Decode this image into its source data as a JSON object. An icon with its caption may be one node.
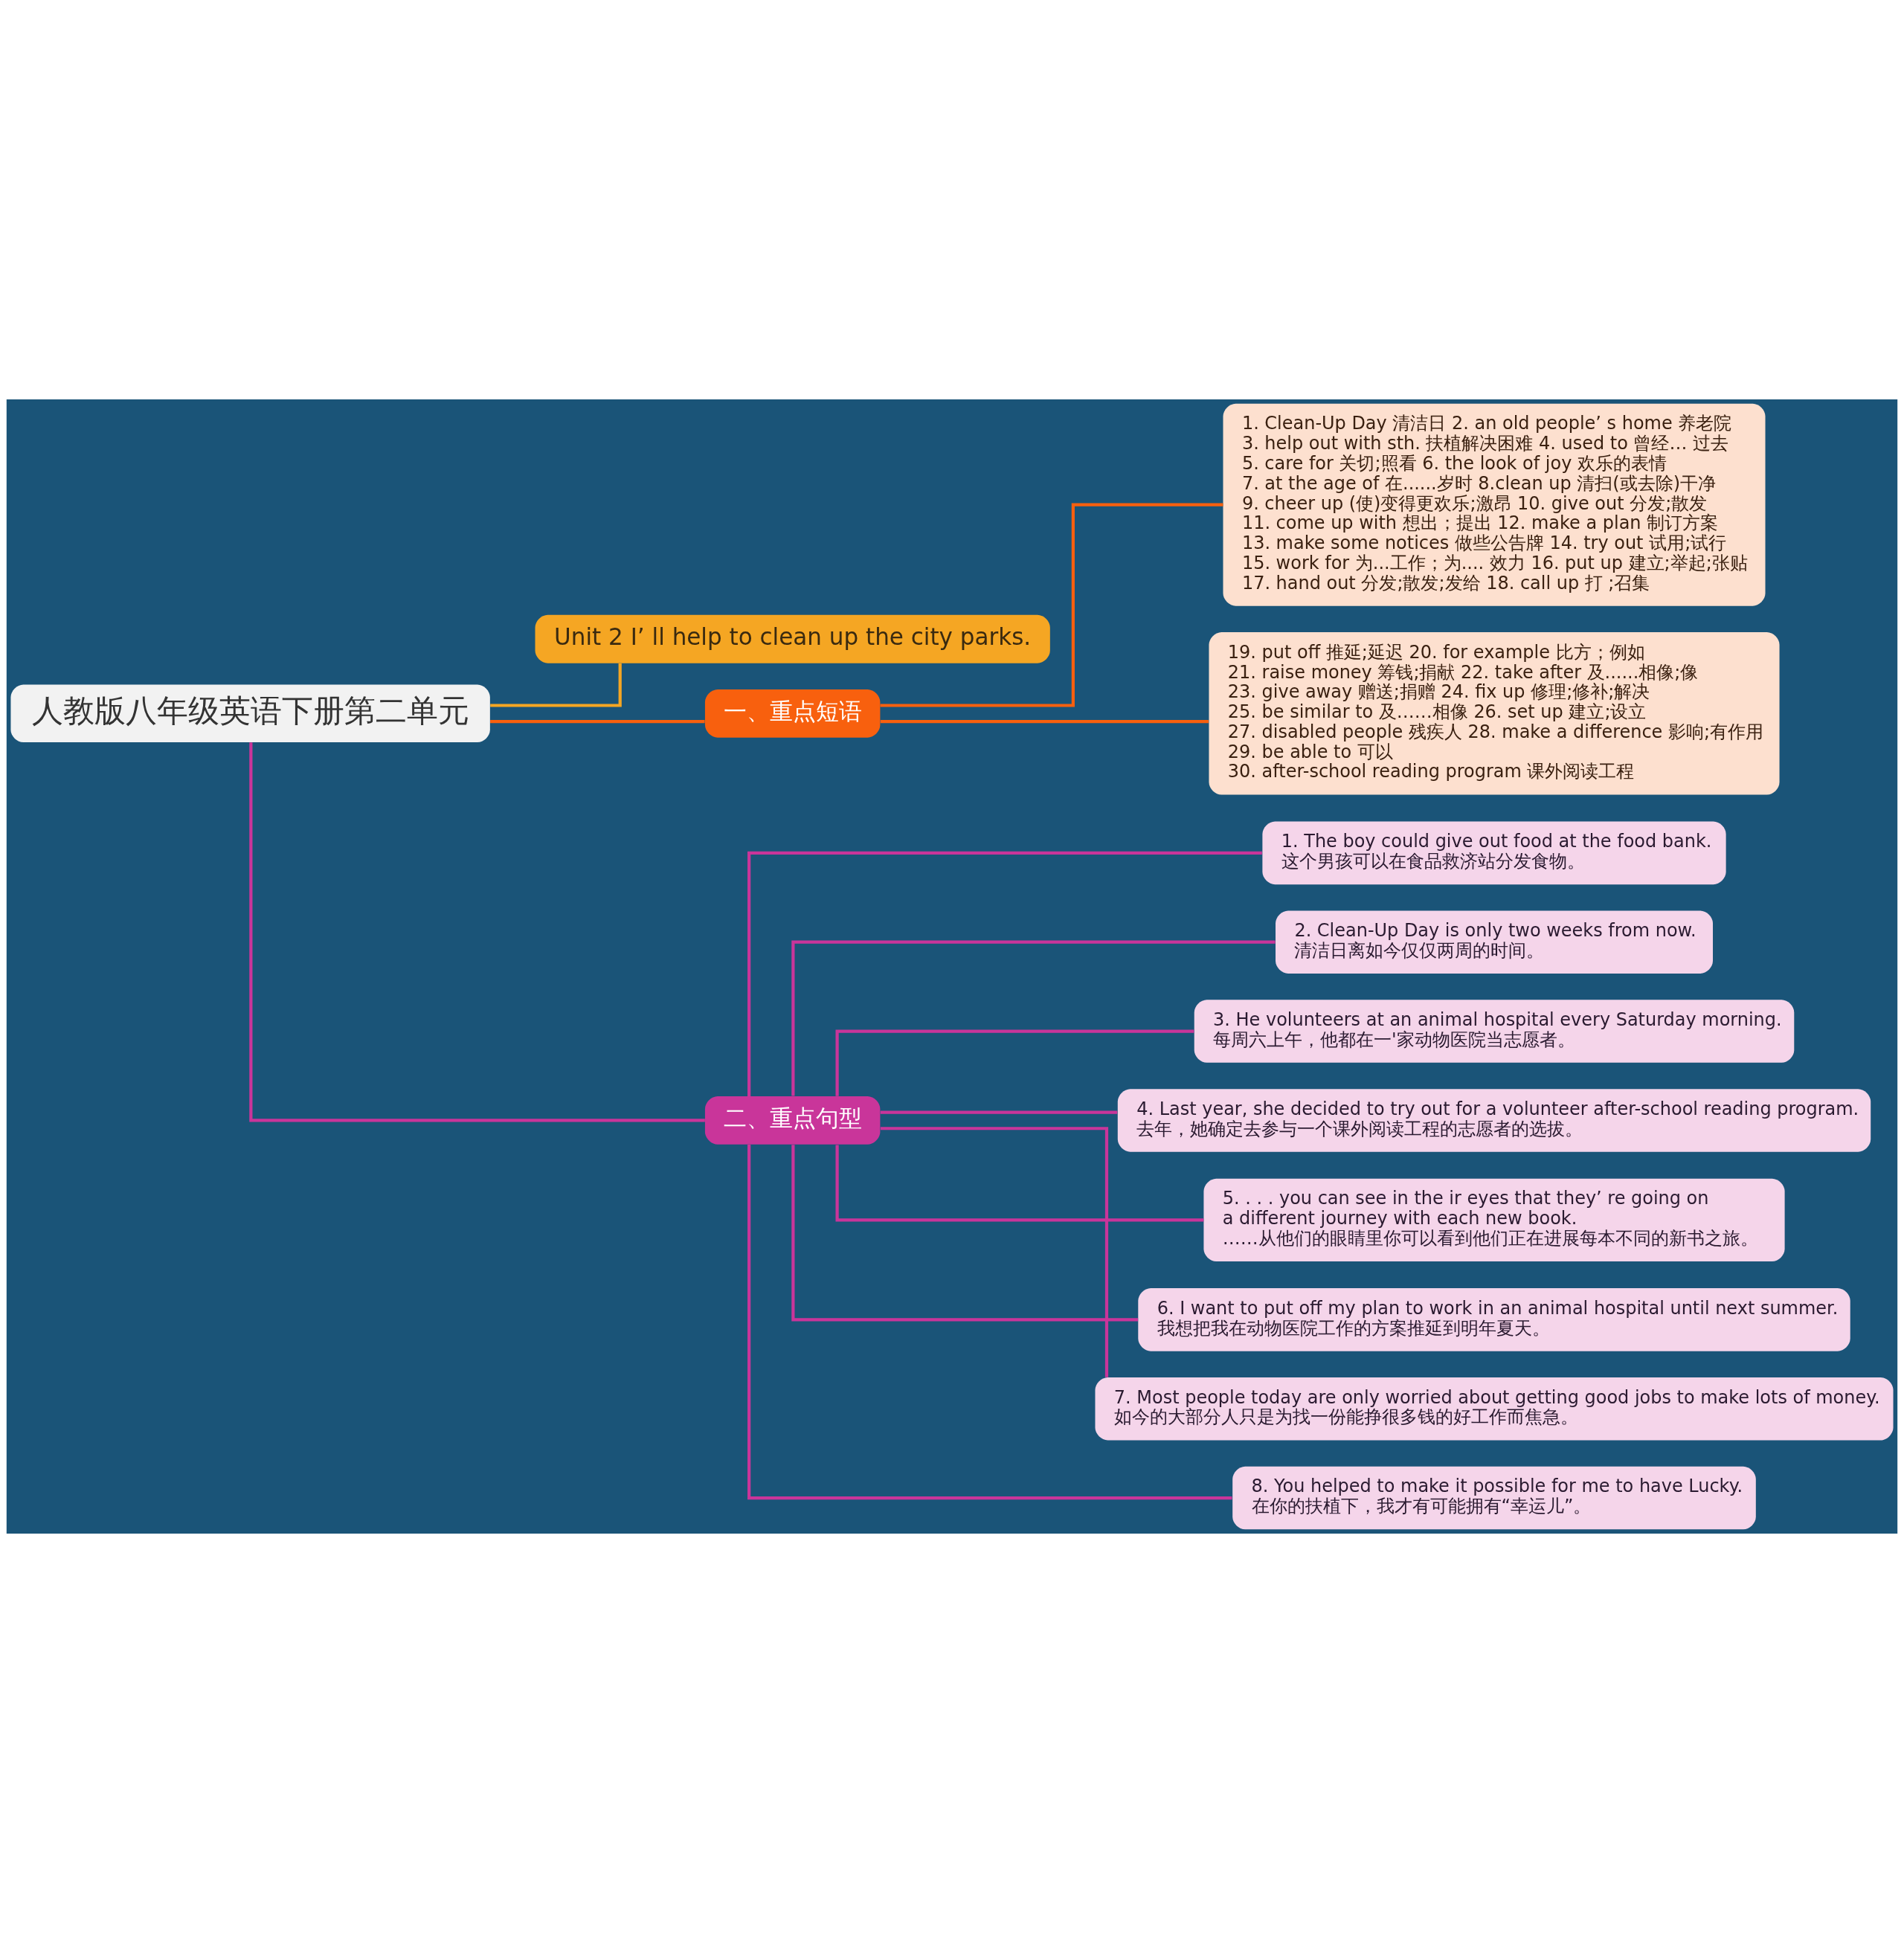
{
  "diagram": {
    "nodes": [
      {
        "text": [
          "人教版八年级英语下册第二单元"
        ]
      },
      {
        "text": [
          "Unit 2 I’ ll help to clean up the city parks."
        ]
      },
      {
        "text": [
          "一、重点短语"
        ]
      },
      {
        "text": [
          "1. Clean-Up Day 清洁日 2. an old people’ s home 养老院",
          "3. help out with sth. 扶植解决困难 4. used to 曾经… 过去",
          "5. care for 关切;照看 6. the look of joy 欢乐的表情",
          "7. at the age of 在......岁时 8.clean up 清扫(或去除)干净",
          "9. cheer up (使)变得更欢乐;激昂 10. give out 分发;散发",
          "11. come up with 想出；提出 12. make a plan 制订方案",
          "13. make some notices 做些公告牌 14. try out 试用;试行",
          "15. work for 为...工作；为.... 效力 16. put up 建立;举起;张贴",
          "17. hand out 分发;散发;发给 18. call up 打 ;召集"
        ]
      },
      {
        "text": [
          "19. put off 推延;延迟 20. for example 比方；例如",
          "21. raise money 筹钱;捐献 22. take after 及......相像;像",
          "23. give away 赠送;捐赠 24. fix up 修理;修补;解决",
          "25. be similar to 及……相像 26. set up 建立;设立",
          "27. disabled people 残疾人 28. make a difference 影响;有作用",
          "29. be able to 可以",
          "30. after-school reading program 课外阅读工程"
        ]
      },
      {
        "text": [
          "二、重点句型"
        ]
      },
      {
        "text": [
          "1. The boy could give out food at the food bank.",
          "这个男孩可以在食品救济站分发食物。"
        ]
      },
      {
        "text": [
          "2. Clean-Up Day is only two weeks from now.",
          "清洁日离如今仅仅两周的时间。"
        ]
      },
      {
        "text": [
          "3. He volunteers at an animal hospital every Saturday morning.",
          "每周六上午，他都在一'家动物医院当志愿者。"
        ]
      },
      {
        "text": [
          "4. Last year, she decided to try out for a volunteer after-school reading program.",
          "去年，她确定去参与一个课外阅读工程的志愿者的选拔。"
        ]
      },
      {
        "text": [
          "5. . . . you can see in the ir eyes that they’ re going on",
          "a different journey with each new book.",
          "……从他们的眼睛里你可以看到他们正在进展每本不同的新书之旅。"
        ]
      },
      {
        "text": [
          "6. I want to put off my plan to work in an animal hospital until next summer.",
          "我想把我在动物医院工作的方案推延到明年夏天。"
        ]
      },
      {
        "text": [
          "7. Most people today are only worried about getting good jobs to make lots of money.",
          "如今的大部分人只是为找一份能挣很多钱的好工作而焦急。"
        ]
      },
      {
        "text": [
          "8. You helped to make it possible for me to have Lucky.",
          "在你的扶植下，我才有可能拥有“幸运儿”。"
        ]
      }
    ],
    "edges": [
      {
        "from": 0,
        "to": 1,
        "arrow": "none",
        "color": "#f5a623"
      },
      {
        "from": 0,
        "to": 2,
        "arrow": "none",
        "color": "#f8600e"
      },
      {
        "from": 2,
        "to": 3,
        "arrow": "none",
        "color": "#f8600e"
      },
      {
        "from": 2,
        "to": 4,
        "arrow": "none",
        "color": "#f8600e"
      },
      {
        "from": 0,
        "to": 5,
        "arrow": "none"
      },
      {
        "from": 5,
        "to": 6,
        "arrow": "none"
      },
      {
        "from": 5,
        "to": 7,
        "arrow": "none"
      },
      {
        "from": 5,
        "to": 8,
        "arrow": "none"
      },
      {
        "from": 5,
        "to": 9,
        "arrow": "none"
      },
      {
        "from": 5,
        "to": 10,
        "arrow": "none"
      },
      {
        "from": 5,
        "to": 11,
        "arrow": "none"
      },
      {
        "from": 5,
        "to": 12,
        "arrow": "none"
      },
      {
        "from": 5,
        "to": 13,
        "arrow": "none"
      }
    ]
  }
}
